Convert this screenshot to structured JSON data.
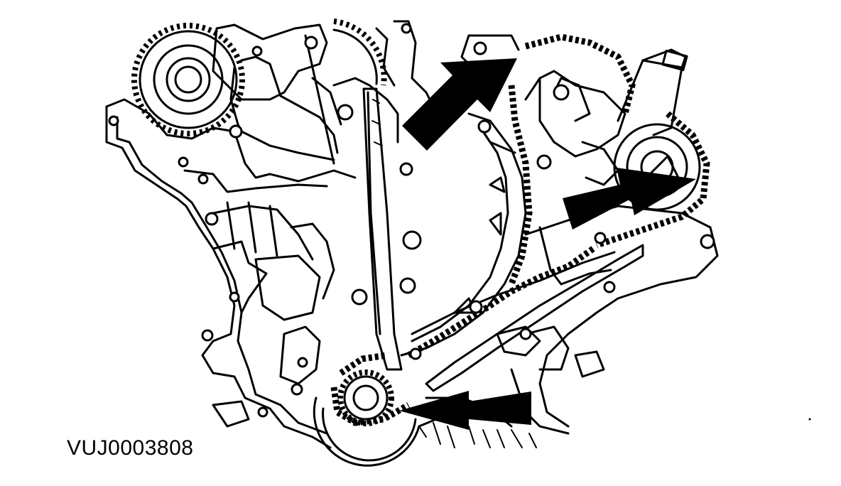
{
  "figure": {
    "code": "VUJ0003808",
    "ink_color": "#000000",
    "paper_color": "#ffffff"
  },
  "parts": [
    {
      "name": "exhaust-camshaft-sprocket",
      "icon": "sprocket-icon"
    },
    {
      "name": "intake-camshaft-sprocket",
      "icon": "sprocket-icon"
    },
    {
      "name": "crankshaft-sprocket",
      "icon": "sprocket-icon"
    },
    {
      "name": "timing-chain",
      "icon": "chain-icon"
    },
    {
      "name": "chain-guide",
      "icon": "guide-rail-icon"
    },
    {
      "name": "tensioner-arm",
      "icon": "tensioner-arm-icon"
    },
    {
      "name": "chain-tensioner",
      "icon": "tensioner-icon"
    }
  ],
  "callouts": [
    {
      "name": "arrow-top-chain",
      "icon": "arrow-icon"
    },
    {
      "name": "arrow-right-chain",
      "icon": "arrow-icon"
    },
    {
      "name": "arrow-crankshaft",
      "icon": "arrow-icon"
    }
  ]
}
